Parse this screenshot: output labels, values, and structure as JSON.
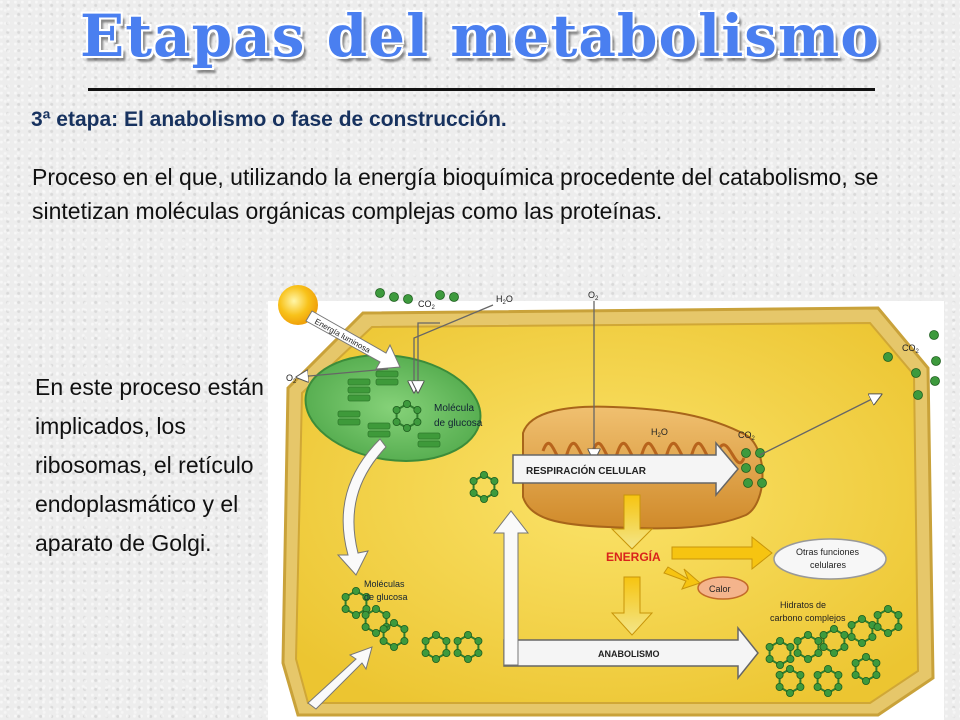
{
  "title": "Etapas del metabolismo",
  "subtitle": "3ª etapa: El anabolismo o fase de construcción.",
  "paragraph": "Proceso en el que, utilizando la energía bioquímica procedente del catabolismo, se sintetizan moléculas orgánicas complejas como las proteínas.",
  "side_text": "En este proceso están implicados, los ribosomas, el retículo endoplasmático y el aparato de Golgi.",
  "diagram": {
    "co2_top": "CO",
    "h2o_top": "H",
    "o2_top": "O",
    "energia_luminosa": "Energía luminosa",
    "o2_left": "O",
    "molecula_glucosa_1": "Molécula",
    "molecula_glucosa_2": "de glucosa",
    "h2o_mito": "H",
    "co2_mito": "CO",
    "co2_right": "CO",
    "respiracion": "RESPIRACIÓN CELULAR",
    "energia": "ENERGÍA",
    "otras_1": "Otras funciones",
    "otras_2": "celulares",
    "calor": "Calor",
    "moleculas_1": "Moléculas",
    "moleculas_2": "de glucosa",
    "hidratos_1": "Hidratos de",
    "hidratos_2": "carbono complejos",
    "anabolismo": "ANABOLISMO",
    "sub2": "2",
    "sub_h2o": "2",
    "o_suffix": "O"
  },
  "colors": {
    "title": "#4a7ff0",
    "subtitle": "#17325f",
    "cell_fill": "#f2d338",
    "cell_border": "#d9b23a",
    "chloroplast": "#6cc061",
    "mitochondrion": "#e0a449",
    "energy": "#f0c020",
    "molecule": "#3d9a3d"
  }
}
